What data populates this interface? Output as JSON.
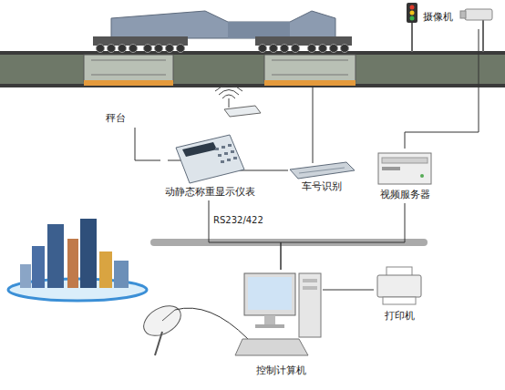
{
  "diagram": {
    "nodes": [
      {
        "text": [
          "摄像机"
        ]
      },
      {
        "text": [
          "秤台"
        ]
      },
      {
        "text": [
          "动静态称重显示仪表"
        ]
      },
      {
        "text": [
          "车号识别"
        ]
      },
      {
        "text": [
          "视频服务器"
        ]
      },
      {
        "text": [
          "控制计算机"
        ]
      },
      {
        "text": [
          "打印机"
        ]
      }
    ],
    "edges": [
      {
        "from": 1,
        "to": 2,
        "arrow": "none"
      },
      {
        "from": 3,
        "to": 2,
        "arrow": "none"
      },
      {
        "from": 0,
        "to": 4,
        "arrow": "none"
      },
      {
        "from": 2,
        "to": 5,
        "label": "RS232/422",
        "arrow": "none"
      },
      {
        "from": 4,
        "to": 5,
        "arrow": "none"
      },
      {
        "from": 5,
        "to": 6,
        "arrow": "none"
      }
    ]
  }
}
